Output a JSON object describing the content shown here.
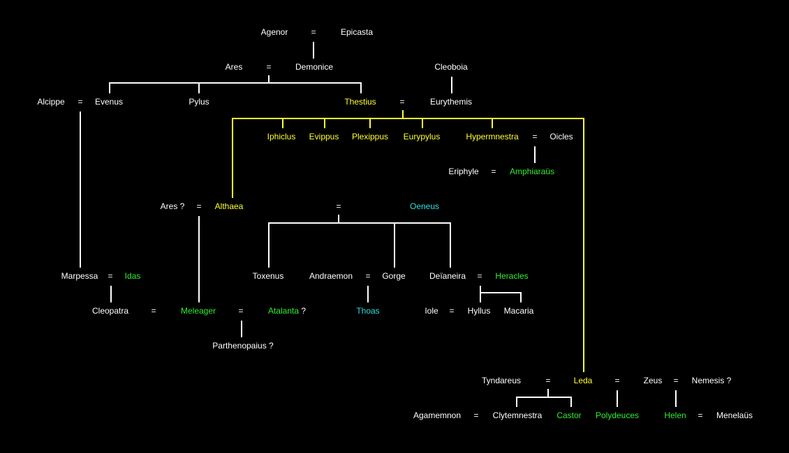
{
  "title": "Family tree of Thestius and Althaea",
  "colors": {
    "background": "#000000",
    "default": "#ffffff",
    "thestius_line": "#ffff33",
    "hero": "#33ee33",
    "oeneus_line": "#33dddd"
  },
  "people": {
    "agenor": "Agenor",
    "epicasta": "Epicasta",
    "ares": "Ares",
    "demonice": "Demonice",
    "cleoboia": "Cleoboia",
    "alcippe": "Alcippe",
    "evenus": "Evenus",
    "pylus": "Pylus",
    "thestius": "Thestius",
    "eurythemis": "Eurythemis",
    "iphiclus": "Iphiclus",
    "evippus": "Evippus",
    "plexippus": "Plexippus",
    "eurypylus": "Eurypylus",
    "hypermnestra": "Hypermnestra",
    "oicles": "Oicles",
    "eriphyle": "Eriphyle",
    "amphiaraus": "Amphiaraüs",
    "ares2": "Ares ?",
    "althaea": "Althaea",
    "oeneus": "Oeneus",
    "toxenus": "Toxenus",
    "andraemon": "Andraemon",
    "gorge": "Gorge",
    "deianeira": "Deïaneira",
    "heracles": "Heracles",
    "marpessa": "Marpessa",
    "idas": "Idas",
    "cleopatra": "Cleopatra",
    "meleager": "Meleager",
    "atalanta": "Atalanta",
    "atalanta_q": " ?",
    "thoas": "Thoas",
    "iole": "Iole",
    "hyllus": "Hyllus",
    "macaria": "Macaria",
    "parthenopaius": "Parthenopaius ?",
    "tyndareus": "Tyndareus",
    "leda": "Leda",
    "zeus": "Zeus",
    "nemesis": "Nemesis ?",
    "agamemnon": "Agamemnon",
    "clytemnestra": "Clytemnestra",
    "castor": "Castor",
    "polydeuces": "Polydeuces",
    "helen": "Helen",
    "menelaus": "Menelaüs"
  },
  "marriage_symbol": "="
}
